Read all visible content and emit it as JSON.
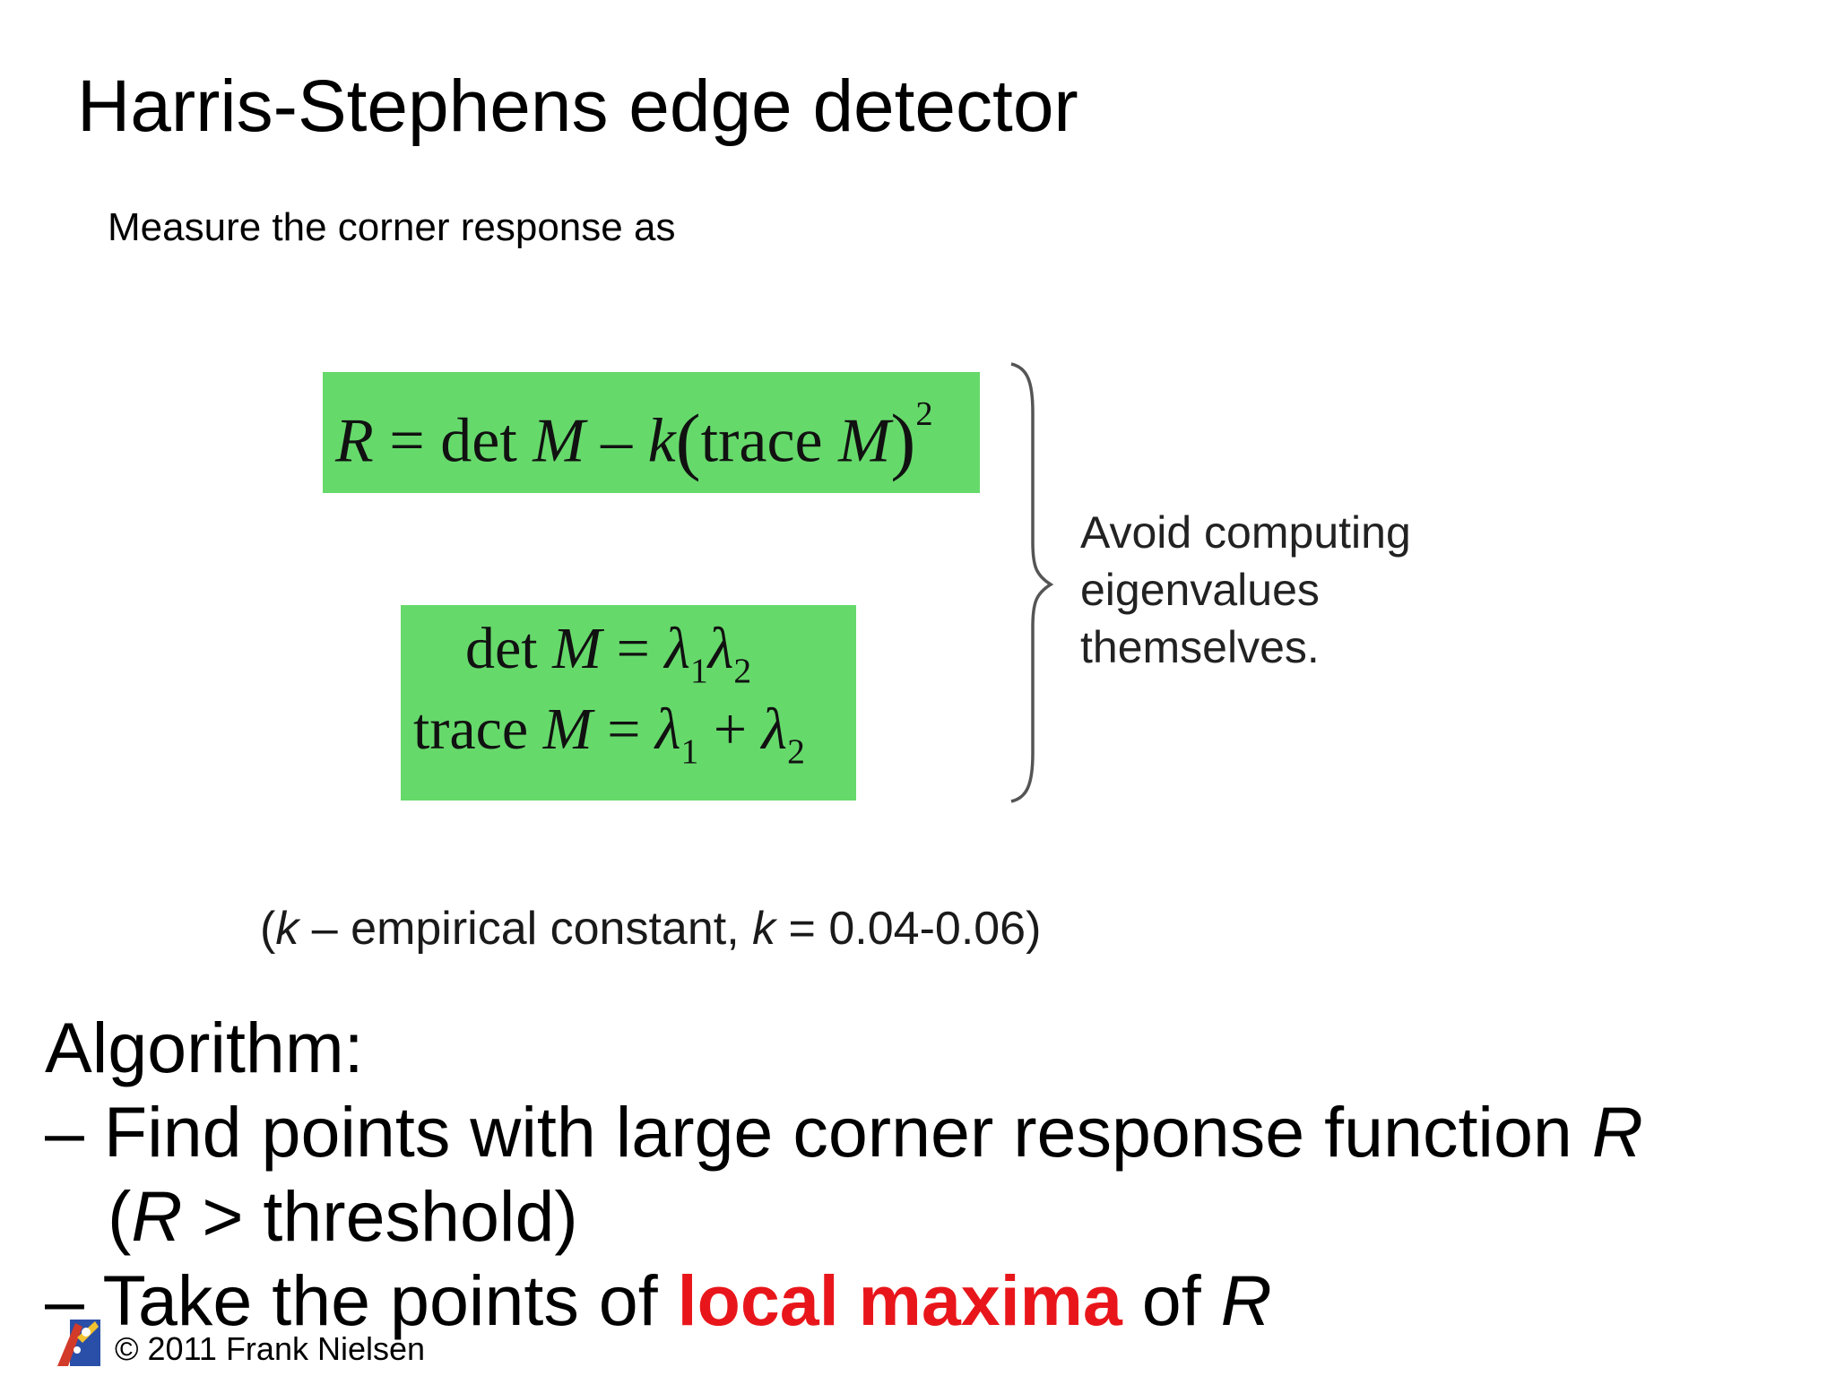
{
  "slide": {
    "title": "Harris-Stephens edge detector",
    "intro": "Measure the corner response as",
    "equation_box1": {
      "R": "R",
      "equals": " = det ",
      "M": "M",
      "minus": " – ",
      "k": "k",
      "open_paren": "(",
      "trace": "trace ",
      "M2": "M",
      "close_paren": ")",
      "exponent": "2"
    },
    "equation_box2": {
      "row1": {
        "det": "det ",
        "M": "M",
        "equals": " = ",
        "lambda": "λ",
        "sub1": "1",
        "sub2": "2"
      },
      "row2": {
        "trace": "trace ",
        "M": "M",
        "equals": " = ",
        "lambda": "λ",
        "sub1": "1",
        "plus": " + ",
        "sub2": "2"
      }
    },
    "brace_note": [
      "Avoid computing",
      "eigenvalues",
      "themselves."
    ],
    "constant_note": {
      "open": "(",
      "k1": "k",
      "text1": " – empirical constant, ",
      "k2": "k",
      "text2": " = 0.04-0.06)"
    },
    "algorithm": {
      "heading": "Algorithm:",
      "step1_prefix": "– Find points with large corner response function ",
      "step1_R": "R",
      "step1_cont_open": "(",
      "step1_cont_R": "R",
      "step1_cont_rest": " > threshold)",
      "step2_prefix": "– Take the points of ",
      "step2_highlight": "local maxima",
      "step2_mid": " of ",
      "step2_R": "R"
    },
    "footer": {
      "copyright": "© 2011 Frank Nielsen"
    },
    "colors": {
      "equation_box": "#66d96b",
      "highlight": "#e8161b"
    },
    "icons": {
      "logo": "institution-logo-icon",
      "brace": "curly-brace-icon"
    }
  }
}
